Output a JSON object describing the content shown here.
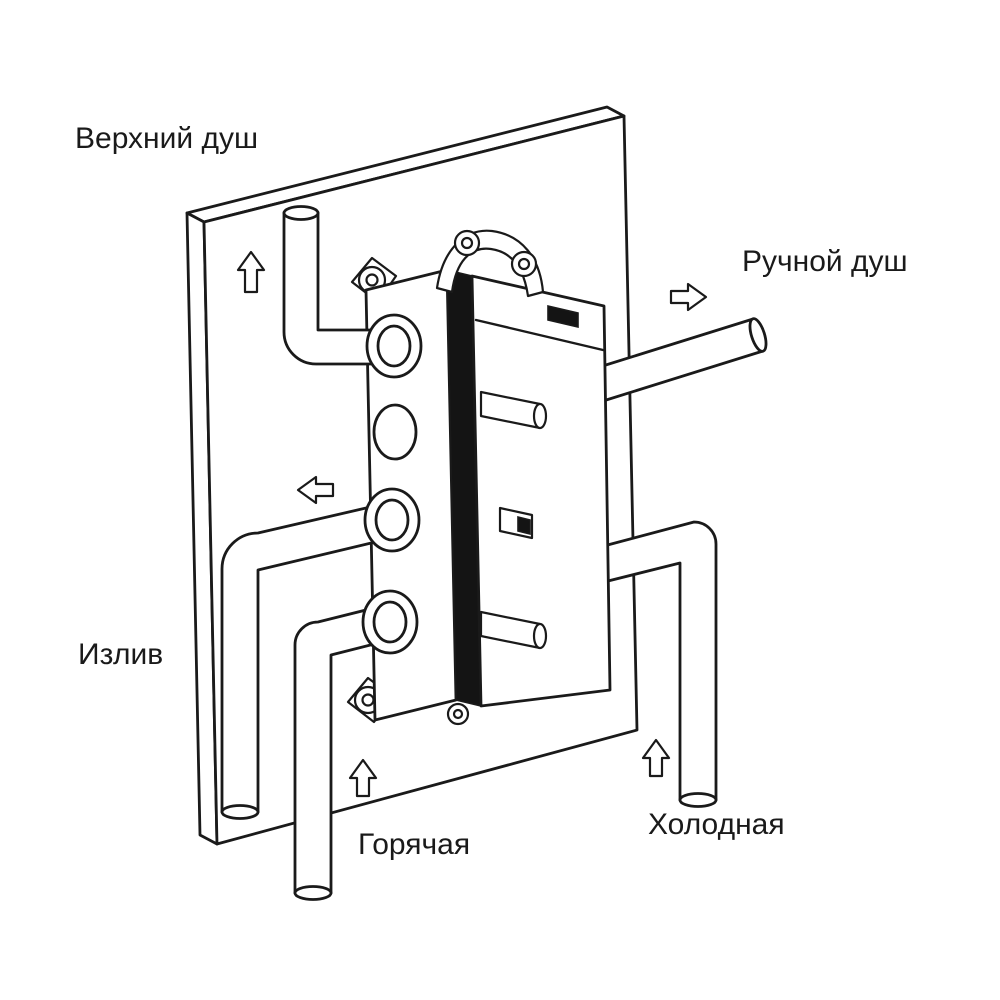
{
  "diagram": {
    "type": "technical-illustration",
    "subject": "concealed-shower-mixer-valve-installation",
    "labels": {
      "top_shower": "Верхний душ",
      "hand_shower": "Ручной душ",
      "spout": "Излив",
      "hot": "Горячая",
      "cold": "Холодная"
    },
    "arrows": [
      {
        "icon": "arrow-up-icon",
        "direction": "up",
        "points_to": "top_shower"
      },
      {
        "icon": "arrow-right-icon",
        "direction": "right",
        "points_to": "hand_shower"
      },
      {
        "icon": "arrow-left-icon",
        "direction": "left",
        "points_to": "spout"
      },
      {
        "icon": "arrow-up-icon",
        "direction": "up",
        "points_to": "hot"
      },
      {
        "icon": "arrow-up-icon",
        "direction": "up",
        "points_to": "cold"
      }
    ],
    "colors": {
      "line": "#1a1a1a",
      "fill": "#ffffff",
      "seal": "#141414",
      "background": "#ffffff"
    }
  }
}
